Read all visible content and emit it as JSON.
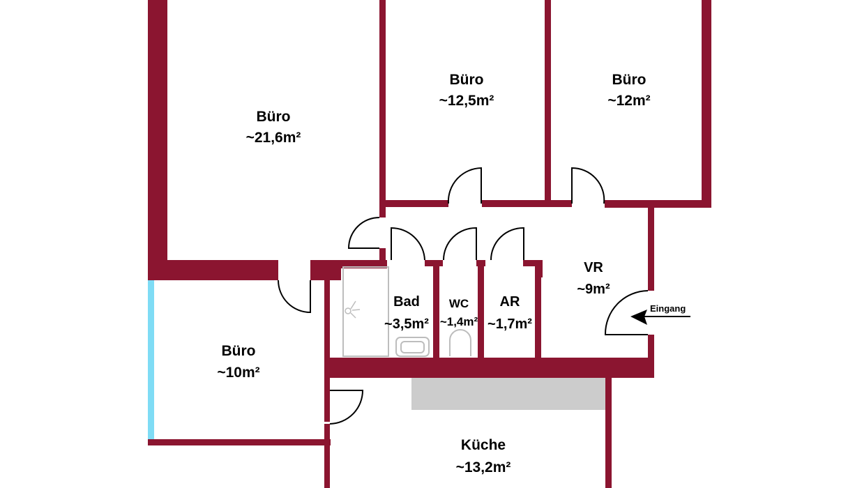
{
  "title": "Grundriss Büroeinheit",
  "colors": {
    "wall": "#8b1530",
    "window": "#7fdcf5",
    "kitchen_counter": "#cccccc",
    "fixtures": "#bdbdbd",
    "background": "#ffffff"
  },
  "rooms": [
    {
      "id": "buero-1",
      "name": "Büro",
      "area": "~21,6m²"
    },
    {
      "id": "buero-2",
      "name": "Büro",
      "area": "~12,5m²"
    },
    {
      "id": "buero-3",
      "name": "Büro",
      "area": "~12m²"
    },
    {
      "id": "buero-4",
      "name": "Büro",
      "area": "~10m²"
    },
    {
      "id": "bad",
      "name": "Bad",
      "area": "~3,5m²"
    },
    {
      "id": "wc",
      "name": "WC",
      "area": "~1,4m²"
    },
    {
      "id": "ar",
      "name": "AR",
      "area": "~1,7m²"
    },
    {
      "id": "vr",
      "name": "VR",
      "area": "~9m²"
    },
    {
      "id": "kueche",
      "name": "Küche",
      "area": "~13,2m²"
    }
  ],
  "entrance": {
    "label": "Eingang",
    "icon": "arrow-left-icon"
  },
  "fixtures": [
    "shower",
    "washbasin",
    "toilet",
    "kitchen-counter"
  ]
}
